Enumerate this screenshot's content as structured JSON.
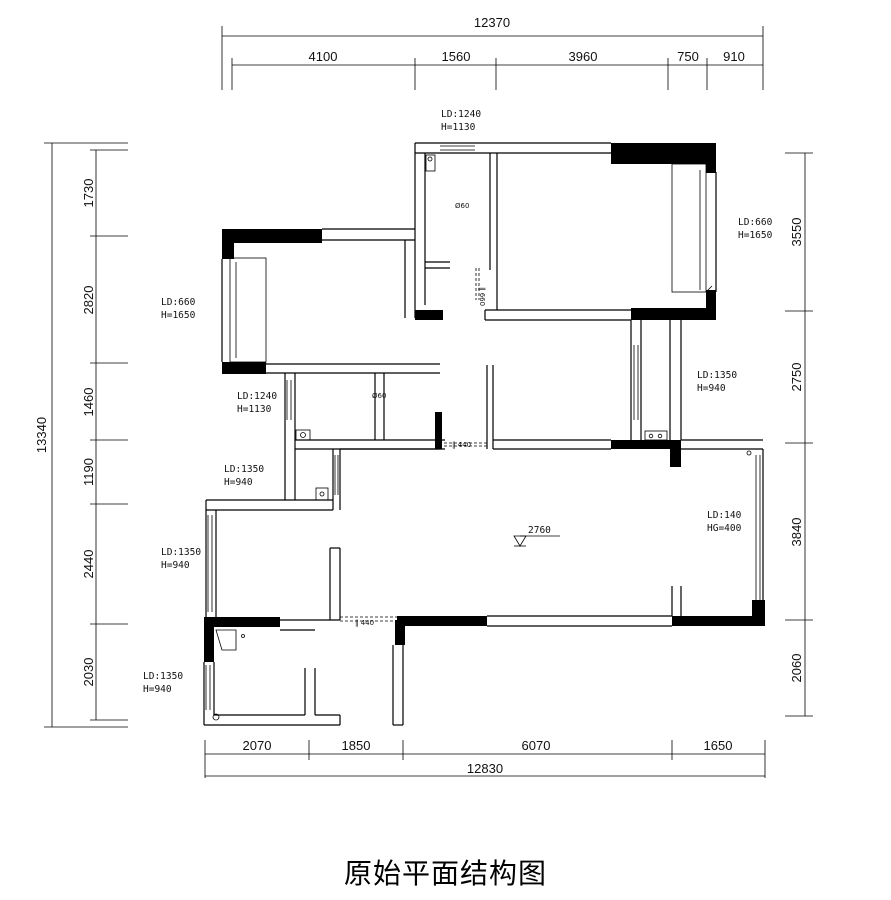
{
  "title": "原始平面结构图",
  "top_dims": {
    "overall": "12370",
    "segments": [
      "4100",
      "1560",
      "3960",
      "750",
      "910"
    ]
  },
  "bottom_dims": {
    "overall": "12830",
    "segments": [
      "2070",
      "1850",
      "6070",
      "1650"
    ]
  },
  "left_dims": {
    "overall": "13340",
    "segments": [
      "1730",
      "2820",
      "1460",
      "1190",
      "2440",
      "2030"
    ]
  },
  "right_dims": {
    "segments": [
      "3550",
      "2750",
      "3840",
      "2060"
    ]
  },
  "openings": [
    {
      "line1": "LD:1240",
      "line2": "H=1130"
    },
    {
      "line1": "LD:660",
      "line2": "H=1650"
    },
    {
      "line1": "LD:660",
      "line2": "H=1650"
    },
    {
      "line1": "LD:1350",
      "line2": "H=940"
    },
    {
      "line1": "LD:1240",
      "line2": "H=1130"
    },
    {
      "line1": "LD:1350",
      "line2": "H=940"
    },
    {
      "line1": "LD:140",
      "line2": "HG=400"
    },
    {
      "line1": "LD:1350",
      "line2": "H=940"
    },
    {
      "line1": "LD:1350",
      "line2": "H=940"
    }
  ],
  "elevation_mark": "2760",
  "beam_marks": [
    "‖ 660",
    "‖ 440",
    "‖ 440"
  ],
  "duct_marks": [
    "Ø60",
    "Ø60"
  ]
}
